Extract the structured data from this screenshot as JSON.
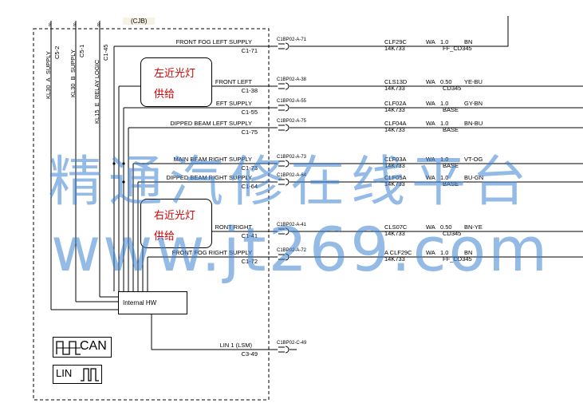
{
  "top_connector_label": "(CJB)",
  "pin_numbers_top": [
    "8",
    "8",
    "8"
  ],
  "vertical_labels": [
    "KL30_A_SUPPLY",
    "C5-2",
    "KL30_B_SUPPLY",
    "C5-1",
    "KL15_E_RELAY LOGIC",
    "C1-45"
  ],
  "circuits": [
    {
      "name": "FRONT FOG LEFT SUPPLY",
      "pin": "C1-71",
      "conn": "C1BP02-A-71",
      "wire": "CLF29C",
      "wire2": "14K733",
      "type": "WA",
      "size": "1.0",
      "color": "BN",
      "dest": "FF_CD345"
    },
    {
      "name": "FRONT LEFT",
      "pin": "C1-38",
      "conn": "C1BP02-A-38",
      "wire": "CLS13D",
      "wire2": "14K733",
      "type": "WA",
      "size": "0.50",
      "color": "YE-BU",
      "dest": "CD345"
    },
    {
      "name": "EFT SUPPLY",
      "pin": "C1-55",
      "conn": "C1BP02-A-55",
      "wire": "CLF02A",
      "wire2": "14K733",
      "type": "WA",
      "size": "1.0",
      "color": "GY-BN",
      "dest": "BASE"
    },
    {
      "name": "DIPPED BEAM LEFT SUPPLY",
      "pin": "C1-75",
      "conn": "C1BP02-A-75",
      "wire": "CLF04A",
      "wire2": "14K733",
      "type": "WA",
      "size": "1.0",
      "color": "BN-BU",
      "dest": "BASE"
    },
    {
      "name": "MAIN BEAM RIGHT SUPPLY",
      "pin": "C1-73",
      "conn": "C1BP02-A-73",
      "wire": "CLF03A",
      "wire2": "14K733",
      "type": "WA",
      "size": "1.0",
      "color": "VT-OG",
      "dest": "BASE"
    },
    {
      "name": "DIPPED BEAM RIGHT SUPPLY",
      "pin": "C1-64",
      "conn": "C1BP02-A-64",
      "wire": "CLF05A",
      "wire2": "14K733",
      "type": "WA",
      "size": "1.0",
      "color": "BU-GN",
      "dest": "BASE"
    },
    {
      "name": "RONT RIGHT",
      "pin": "C1-41",
      "conn": "C1BP02-A-41",
      "wire": "CLS07C",
      "wire2": "14K733",
      "type": "WA",
      "size": "0.50",
      "color": "BN-YE",
      "dest": "CD345"
    },
    {
      "name": "FRONT FOG RIGHT SUPPLY",
      "pin": "C1-72",
      "conn": "C1BP02-A-72",
      "wire": "A CLF29C",
      "wire2": "14K733",
      "type": "WA",
      "size": "1.0",
      "color": "BN",
      "dest": "FF_CD345"
    },
    {
      "name": "LIN 1 (LSM)",
      "pin": "C3-49",
      "conn": "C1BP02-C-49",
      "wire": "",
      "wire2": "",
      "type": "",
      "size": "",
      "color": "",
      "dest": ""
    }
  ],
  "callouts": [
    {
      "line1": "左近光灯",
      "line2": "供给"
    },
    {
      "line1": "右近光灯",
      "line2": "供给"
    }
  ],
  "internal_hw": "Internal HW",
  "legend_can": "CAN",
  "legend_lin": "LIN",
  "watermark_line1": "精通汽修在线平台",
  "watermark_line2": "www.jt269.com",
  "colors": {
    "callout_text": "#d00000",
    "watermark": "#3c82d2"
  }
}
